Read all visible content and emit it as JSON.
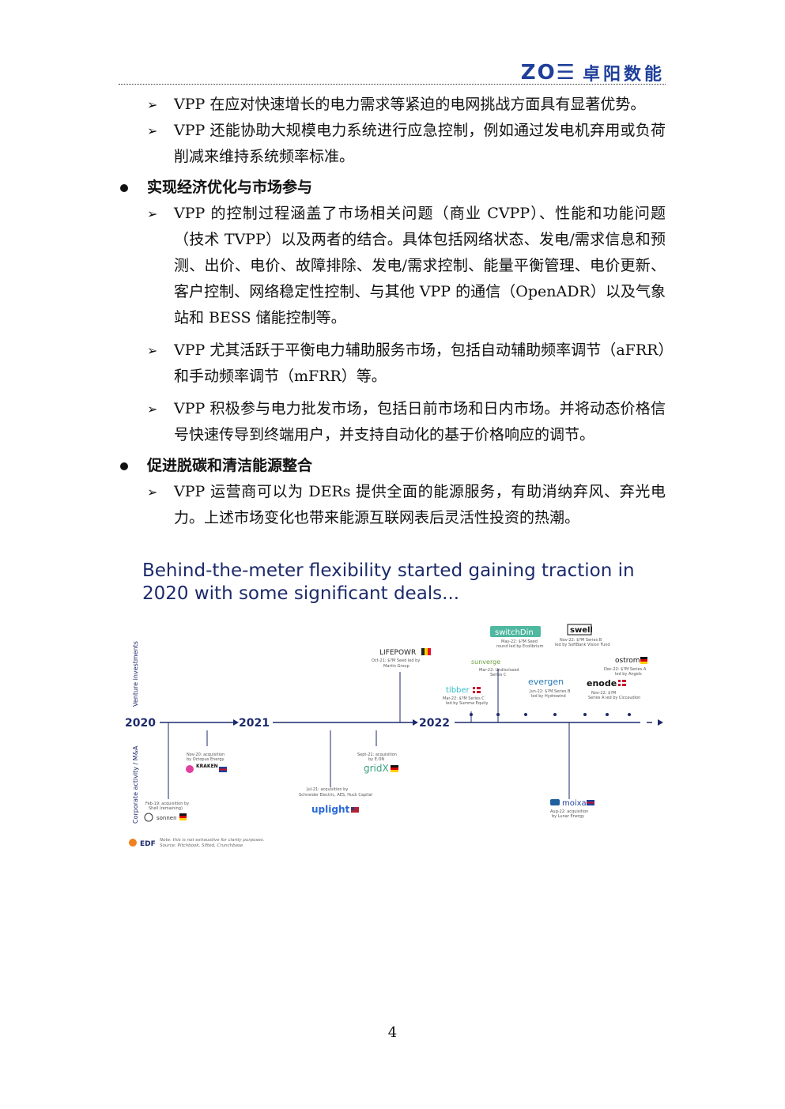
{
  "header": {
    "logo_latin": "ZO☰",
    "logo_cn": "卓阳数能"
  },
  "content": {
    "p1": "VPP 在应对快速增长的电力需求等紧迫的电网挑战方面具有显著优势。",
    "p2": "VPP 还能协助大规模电力系统进行应急控制，例如通过发电机弃用或负荷削减来维持系统频率标准。",
    "h1": "实现经济优化与市场参与",
    "p3": "VPP 的控制过程涵盖了市场相关问题（商业 CVPP）、性能和功能问题（技术 TVPP）以及两者的结合。具体包括网络状态、发电/需求信息和预测、出价、电价、故障排除、发电/需求控制、能量平衡管理、电价更新、客户控制、网络稳定性控制、与其他 VPP 的通信（OpenADR）以及气象站和 BESS 储能控制等。",
    "p4": "VPP 尤其活跃于平衡电力辅助服务市场，包括自动辅助频率调节（aFRR）和手动频率调节（mFRR）等。",
    "p5": "VPP 积极参与电力批发市场，包括日前市场和日内市场。并将动态价格信号快速传导到终端用户，并支持自动化的基于价格响应的调节。",
    "h2": "促进脱碳和清洁能源整合",
    "p6": "VPP 运营商可以为 DERs 提供全面的能源服务，有助消纳弃风、弃光电力。上述市场变化也带来能源互联网表后灵活性投资的热潮。"
  },
  "figure": {
    "title": "Behind-the-meter flexibility started gaining traction in 2020 with some significant deals...",
    "axis_top": "Venture investments",
    "axis_bottom": "Corporate activity / M&A",
    "years": [
      "2020",
      "2021",
      "2022"
    ],
    "investments": [
      {
        "name": "LIFEPOWR",
        "desc1": "Oct-21: $?M Seed led by",
        "desc2": "Martin Group"
      },
      {
        "name": "switchDin",
        "desc1": "May-22: $?M Seed",
        "desc2": "round led by Ecolibrium"
      },
      {
        "name": "swell",
        "desc1": "Nov-22: $?M Series B",
        "desc2": "led by SoftBank Vision Fund"
      },
      {
        "name": "ostrom",
        "desc1": "Dec-22: $?M Series A",
        "desc2": "led by Angels"
      },
      {
        "name": "sunverge",
        "desc1": "Mar-22: Undisclosed",
        "desc2": "Series C"
      },
      {
        "name": "evergen",
        "desc1": "Jun-22: $?M Series B",
        "desc2": "led by Hydrowind"
      },
      {
        "name": "enode",
        "desc1": "Nov-22: $?M",
        "desc2": "Series A led by Ciccaudion"
      },
      {
        "name": "tibber",
        "desc1": "Mar-22: $?M Series C",
        "desc2": "led by Summa Equity"
      }
    ],
    "ma": [
      {
        "name": "sonnen",
        "desc1": "Feb-19: acquisition by",
        "desc2": "Shell (remaining)"
      },
      {
        "name": "KRAKEN",
        "desc1": "Nov-20: acquisition",
        "desc2": "by Octopus Energy"
      },
      {
        "name": "uplight",
        "desc1": "Jul-21: acquisition by",
        "desc2": "Schneider Electric, AES, Huck Capital"
      },
      {
        "name": "gridX",
        "desc1": "Sept-21: acquisition",
        "desc2": "by E.ON"
      },
      {
        "name": "moixa",
        "desc1": "Aug-22: acquisition",
        "desc2": "by Lunar Energy"
      }
    ],
    "brand": "EDF",
    "note1": "Note: this is not exhaustive for clarity purposes.",
    "note2": "Source: Pitchbook, Sifted, Crunchbase"
  },
  "page_number": "4",
  "colors": {
    "brand_blue": "#1f3f9a",
    "title_navy": "#1c2a6b"
  }
}
